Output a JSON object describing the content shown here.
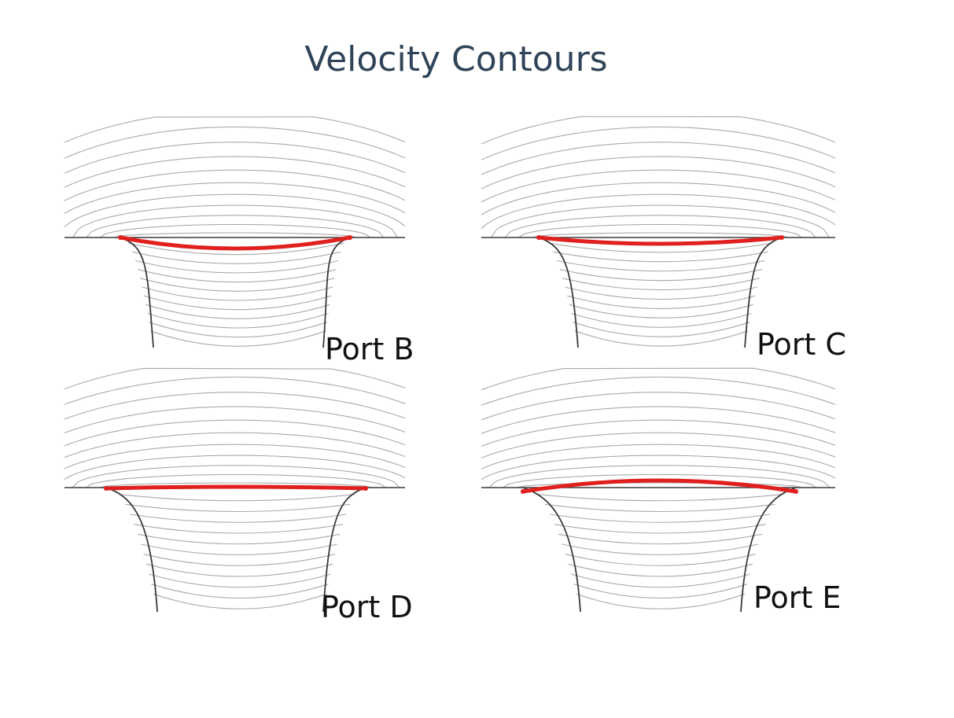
{
  "title": "Velocity Contours",
  "colors": {
    "title": "#2f4458",
    "contour": "#a9a9a9",
    "wall": "#3a3a3a",
    "outlet_profile": "#e0201e"
  },
  "panels": [
    {
      "id": "panel-b",
      "label": "Port B",
      "profile_shape": "strongly concave (dips down)"
    },
    {
      "id": "panel-c",
      "label": "Port C",
      "profile_shape": "slightly concave (dips down)"
    },
    {
      "id": "panel-d",
      "label": "Port D",
      "profile_shape": "nearly flat"
    },
    {
      "id": "panel-e",
      "label": "Port E",
      "profile_shape": "convex (bulges up)"
    }
  ]
}
